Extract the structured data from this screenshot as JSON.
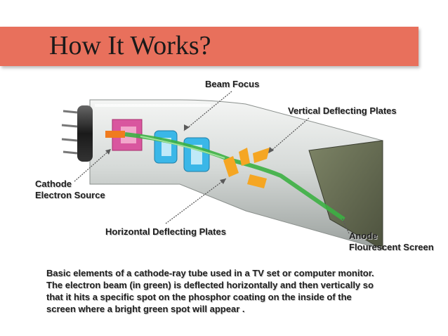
{
  "title": "How It Works?",
  "labels": {
    "beam_focus": "Beam Focus",
    "vertical_plates": "Vertical Deflecting Plates",
    "cathode_line1": "Cathode",
    "cathode_line2": "Electron Source",
    "horizontal_plates": "Horizontal Deflecting Plates",
    "anode_line1": "Anode",
    "anode_line2": "Flourescent Screen"
  },
  "caption": [
    "Basic elements of a cathode-ray tube used in a TV set or computer monitor.",
    "The electron beam (in green) is deflected horizontally and then vertically so",
    "that it hits a specific spot on the phosphor coating on the inside of the",
    "screen where a bright green spot will appear ."
  ],
  "colors": {
    "title_bar": "#e8705c",
    "beam": "#3cb043",
    "cathode": "#d9569f",
    "focus_rings": "#3ab7e8",
    "deflecting_plates": "#f5a623"
  }
}
